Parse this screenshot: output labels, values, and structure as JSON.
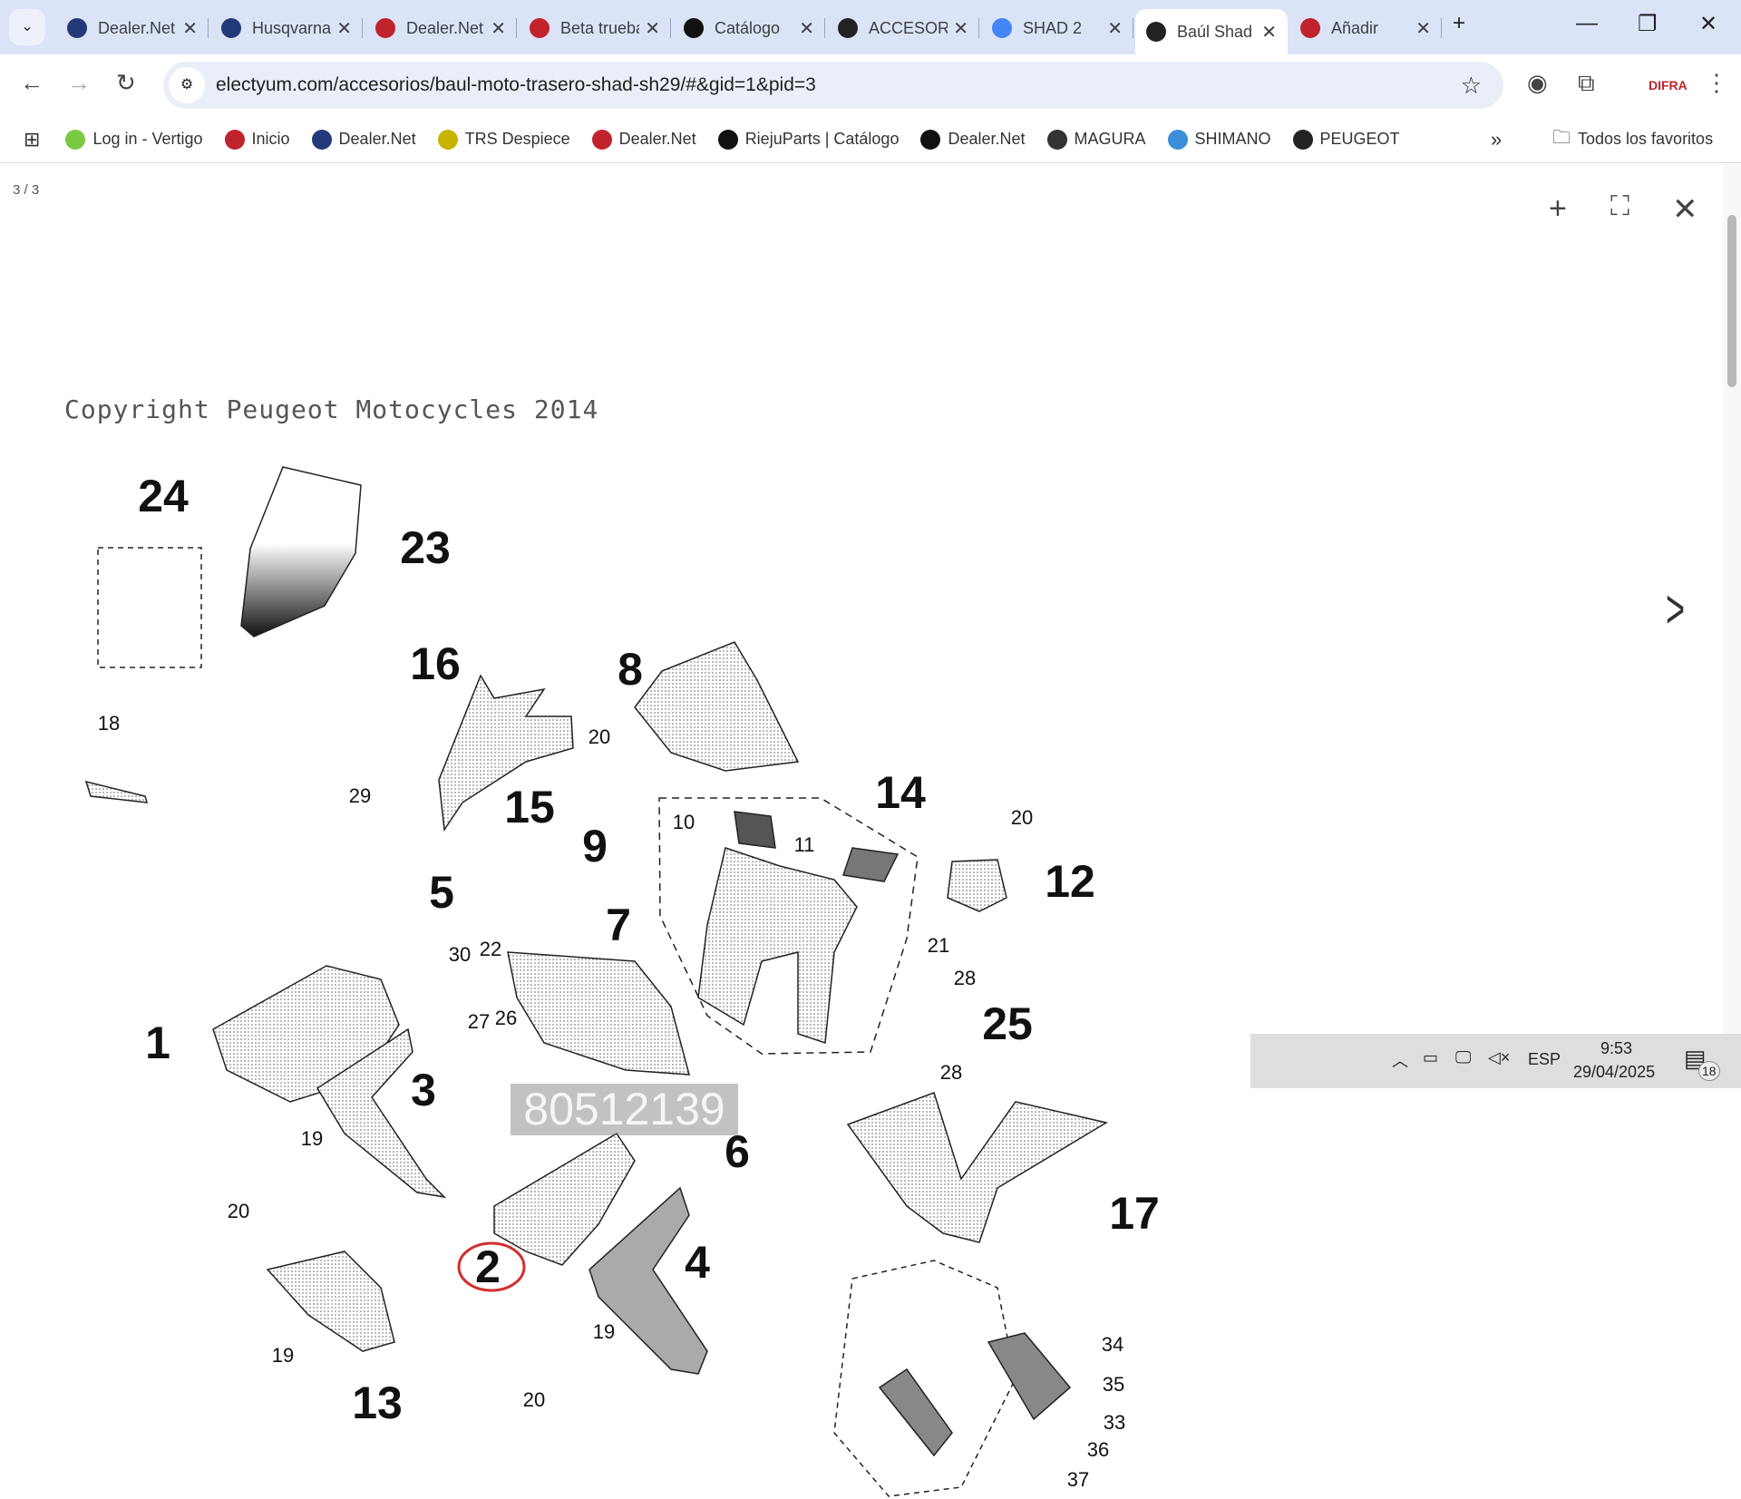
{
  "tabs": [
    {
      "title": "Dealer.Net",
      "color": "#233a7a"
    },
    {
      "title": "Husqvarna",
      "color": "#233a7a"
    },
    {
      "title": "Dealer.Net",
      "color": "#c0232c"
    },
    {
      "title": "Beta trueba",
      "color": "#c0232c"
    },
    {
      "title": "Catálogo",
      "color": "#111111"
    },
    {
      "title": "ACCESORIOS",
      "color": "#222222"
    },
    {
      "title": "SHAD 2",
      "color": "#4285f4"
    },
    {
      "title": "Baúl Shad",
      "color": "#222222",
      "active": true
    },
    {
      "title": "Añadir",
      "color": "#c0232c"
    }
  ],
  "address": {
    "url": "electyum.com/accesorios/baul-moto-trasero-shad-sh29/#&gid=1&pid=3"
  },
  "bookmarks": [
    {
      "label": "Log in - Vertigo",
      "color": "#7ac943"
    },
    {
      "label": "Inicio",
      "color": "#c0232c"
    },
    {
      "label": "Dealer.Net",
      "color": "#233a7a"
    },
    {
      "label": "TRS Despiece",
      "color": "#c8b400"
    },
    {
      "label": "Dealer.Net",
      "color": "#c0232c"
    },
    {
      "label": "RiejuParts | Catálogo",
      "color": "#111111"
    },
    {
      "label": "Dealer.Net",
      "color": "#111111"
    },
    {
      "label": "MAGURA",
      "color": "#333333"
    },
    {
      "label": "SHIMANO",
      "color": "#3a8fd8"
    },
    {
      "label": "PEUGEOT",
      "color": "#222222"
    }
  ],
  "bookmarks_more": "»",
  "all_bookmarks": "Todos los favoritos",
  "viewer": {
    "counter": "3 / 3",
    "copyright": "Copyright Peugeot Motocycles 2014",
    "watermark": "80512139",
    "part_labels": [
      "24",
      "23",
      "16",
      "8",
      "20",
      "18",
      "29",
      "15",
      "14",
      "20",
      "9",
      "10",
      "11",
      "12",
      "5",
      "7",
      "30",
      "22",
      "27",
      "26",
      "21",
      "28",
      "25",
      "1",
      "3",
      "28",
      "19",
      "20",
      "6",
      "17",
      "2",
      "4",
      "19",
      "19",
      "13",
      "20",
      "34",
      "35",
      "33",
      "36",
      "37"
    ],
    "highlighted_part": "2"
  },
  "taskbar": {
    "language": "ESP",
    "time": "9:53",
    "date": "29/04/2025",
    "notifications": "18"
  }
}
